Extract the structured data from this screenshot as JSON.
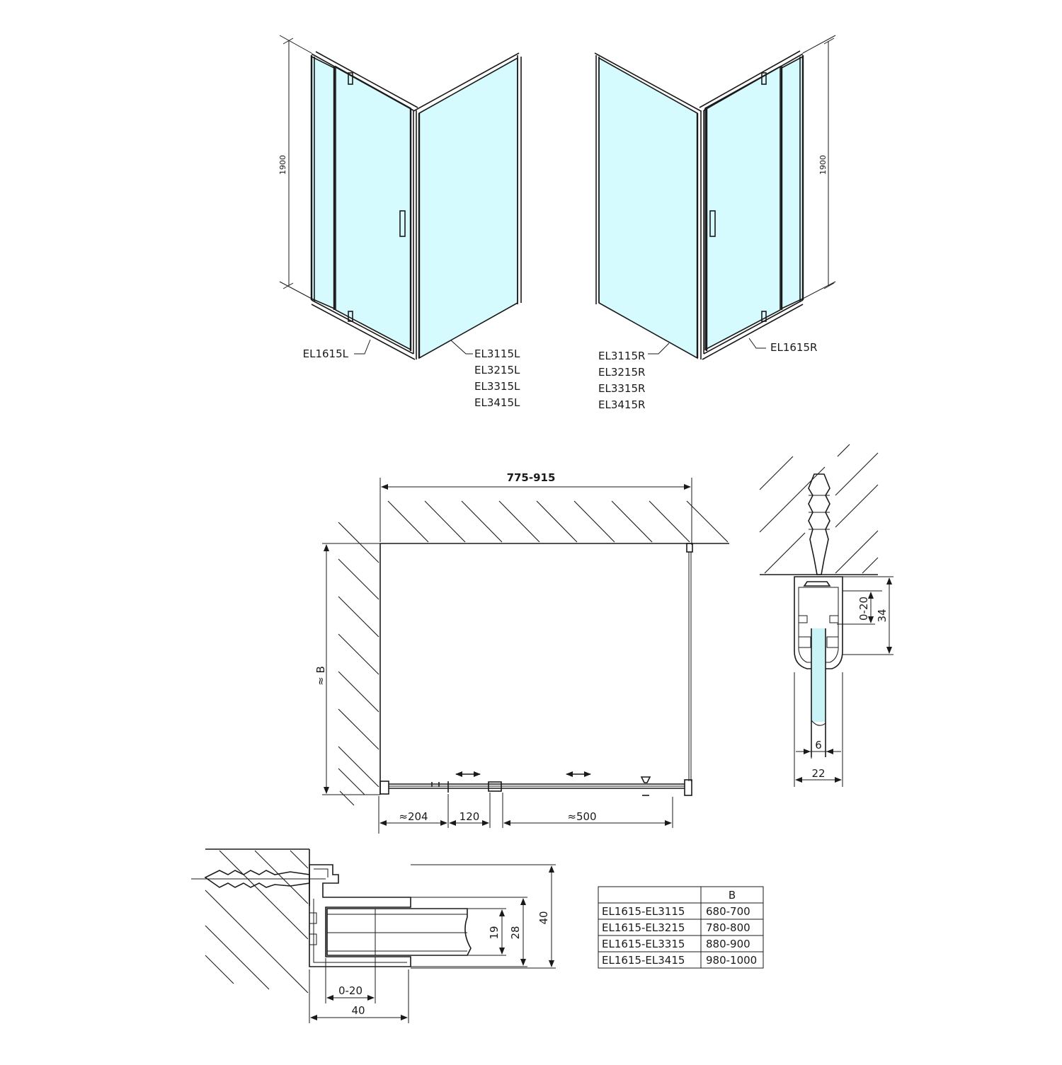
{
  "views": {
    "left": {
      "height_dim": "1900",
      "door_code": "EL1615L",
      "wall_codes": [
        "EL3115L",
        "EL3215L",
        "EL3315L",
        "EL3415L"
      ]
    },
    "right": {
      "height_dim": "1900",
      "door_code": "EL1615R",
      "wall_codes": [
        "EL3115R",
        "EL3215R",
        "EL3315R",
        "EL3415R"
      ]
    }
  },
  "plan": {
    "width_dim": "775-915",
    "depth_dim": "≈ B",
    "seg1": "≈204",
    "seg2": "120",
    "seg3": "≈500"
  },
  "wall_profile_detail": {
    "adjust": "0-20",
    "depth": "34",
    "glass": "6",
    "width": "22"
  },
  "floor_profile_detail": {
    "glass": "19",
    "inner": "28",
    "outer": "40",
    "adjust": "0-20",
    "width": "40"
  },
  "table": {
    "header": [
      "",
      "B"
    ],
    "rows": [
      [
        "EL1615-EL3115",
        "680-700"
      ],
      [
        "EL1615-EL3215",
        "780-800"
      ],
      [
        "EL1615-EL3315",
        "880-900"
      ],
      [
        "EL1615-EL3415",
        "980-1000"
      ]
    ]
  }
}
